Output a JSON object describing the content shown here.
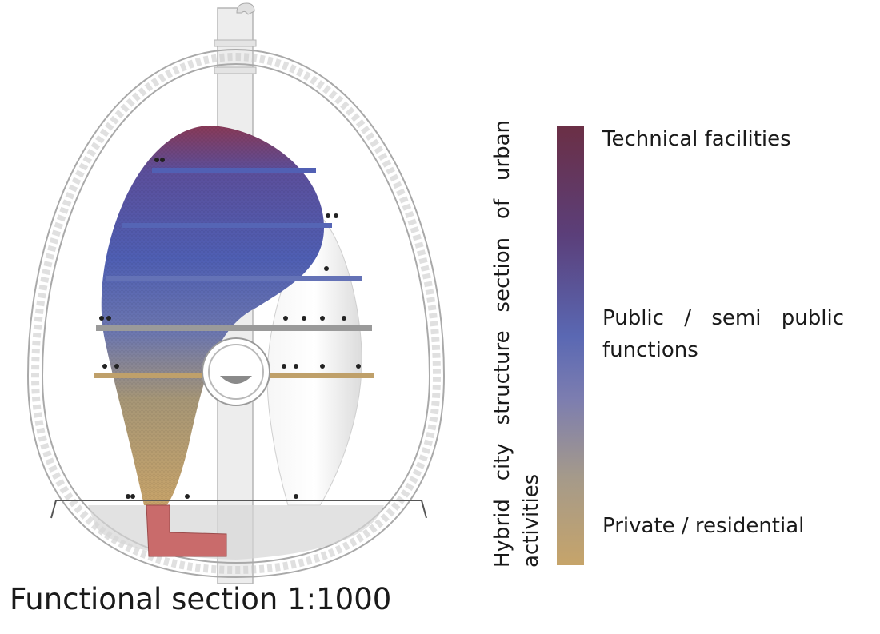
{
  "caption": "Functional section 1:1000",
  "legend": {
    "title": "Hybrid city structure section of urban activities",
    "labels": {
      "technical": "Technical facilities",
      "public": "Public / semi public functions",
      "private": "Private / residential"
    },
    "colors": {
      "technical": "#6b2f45",
      "public": "#5a68b3",
      "private": "#c6a46a"
    }
  }
}
